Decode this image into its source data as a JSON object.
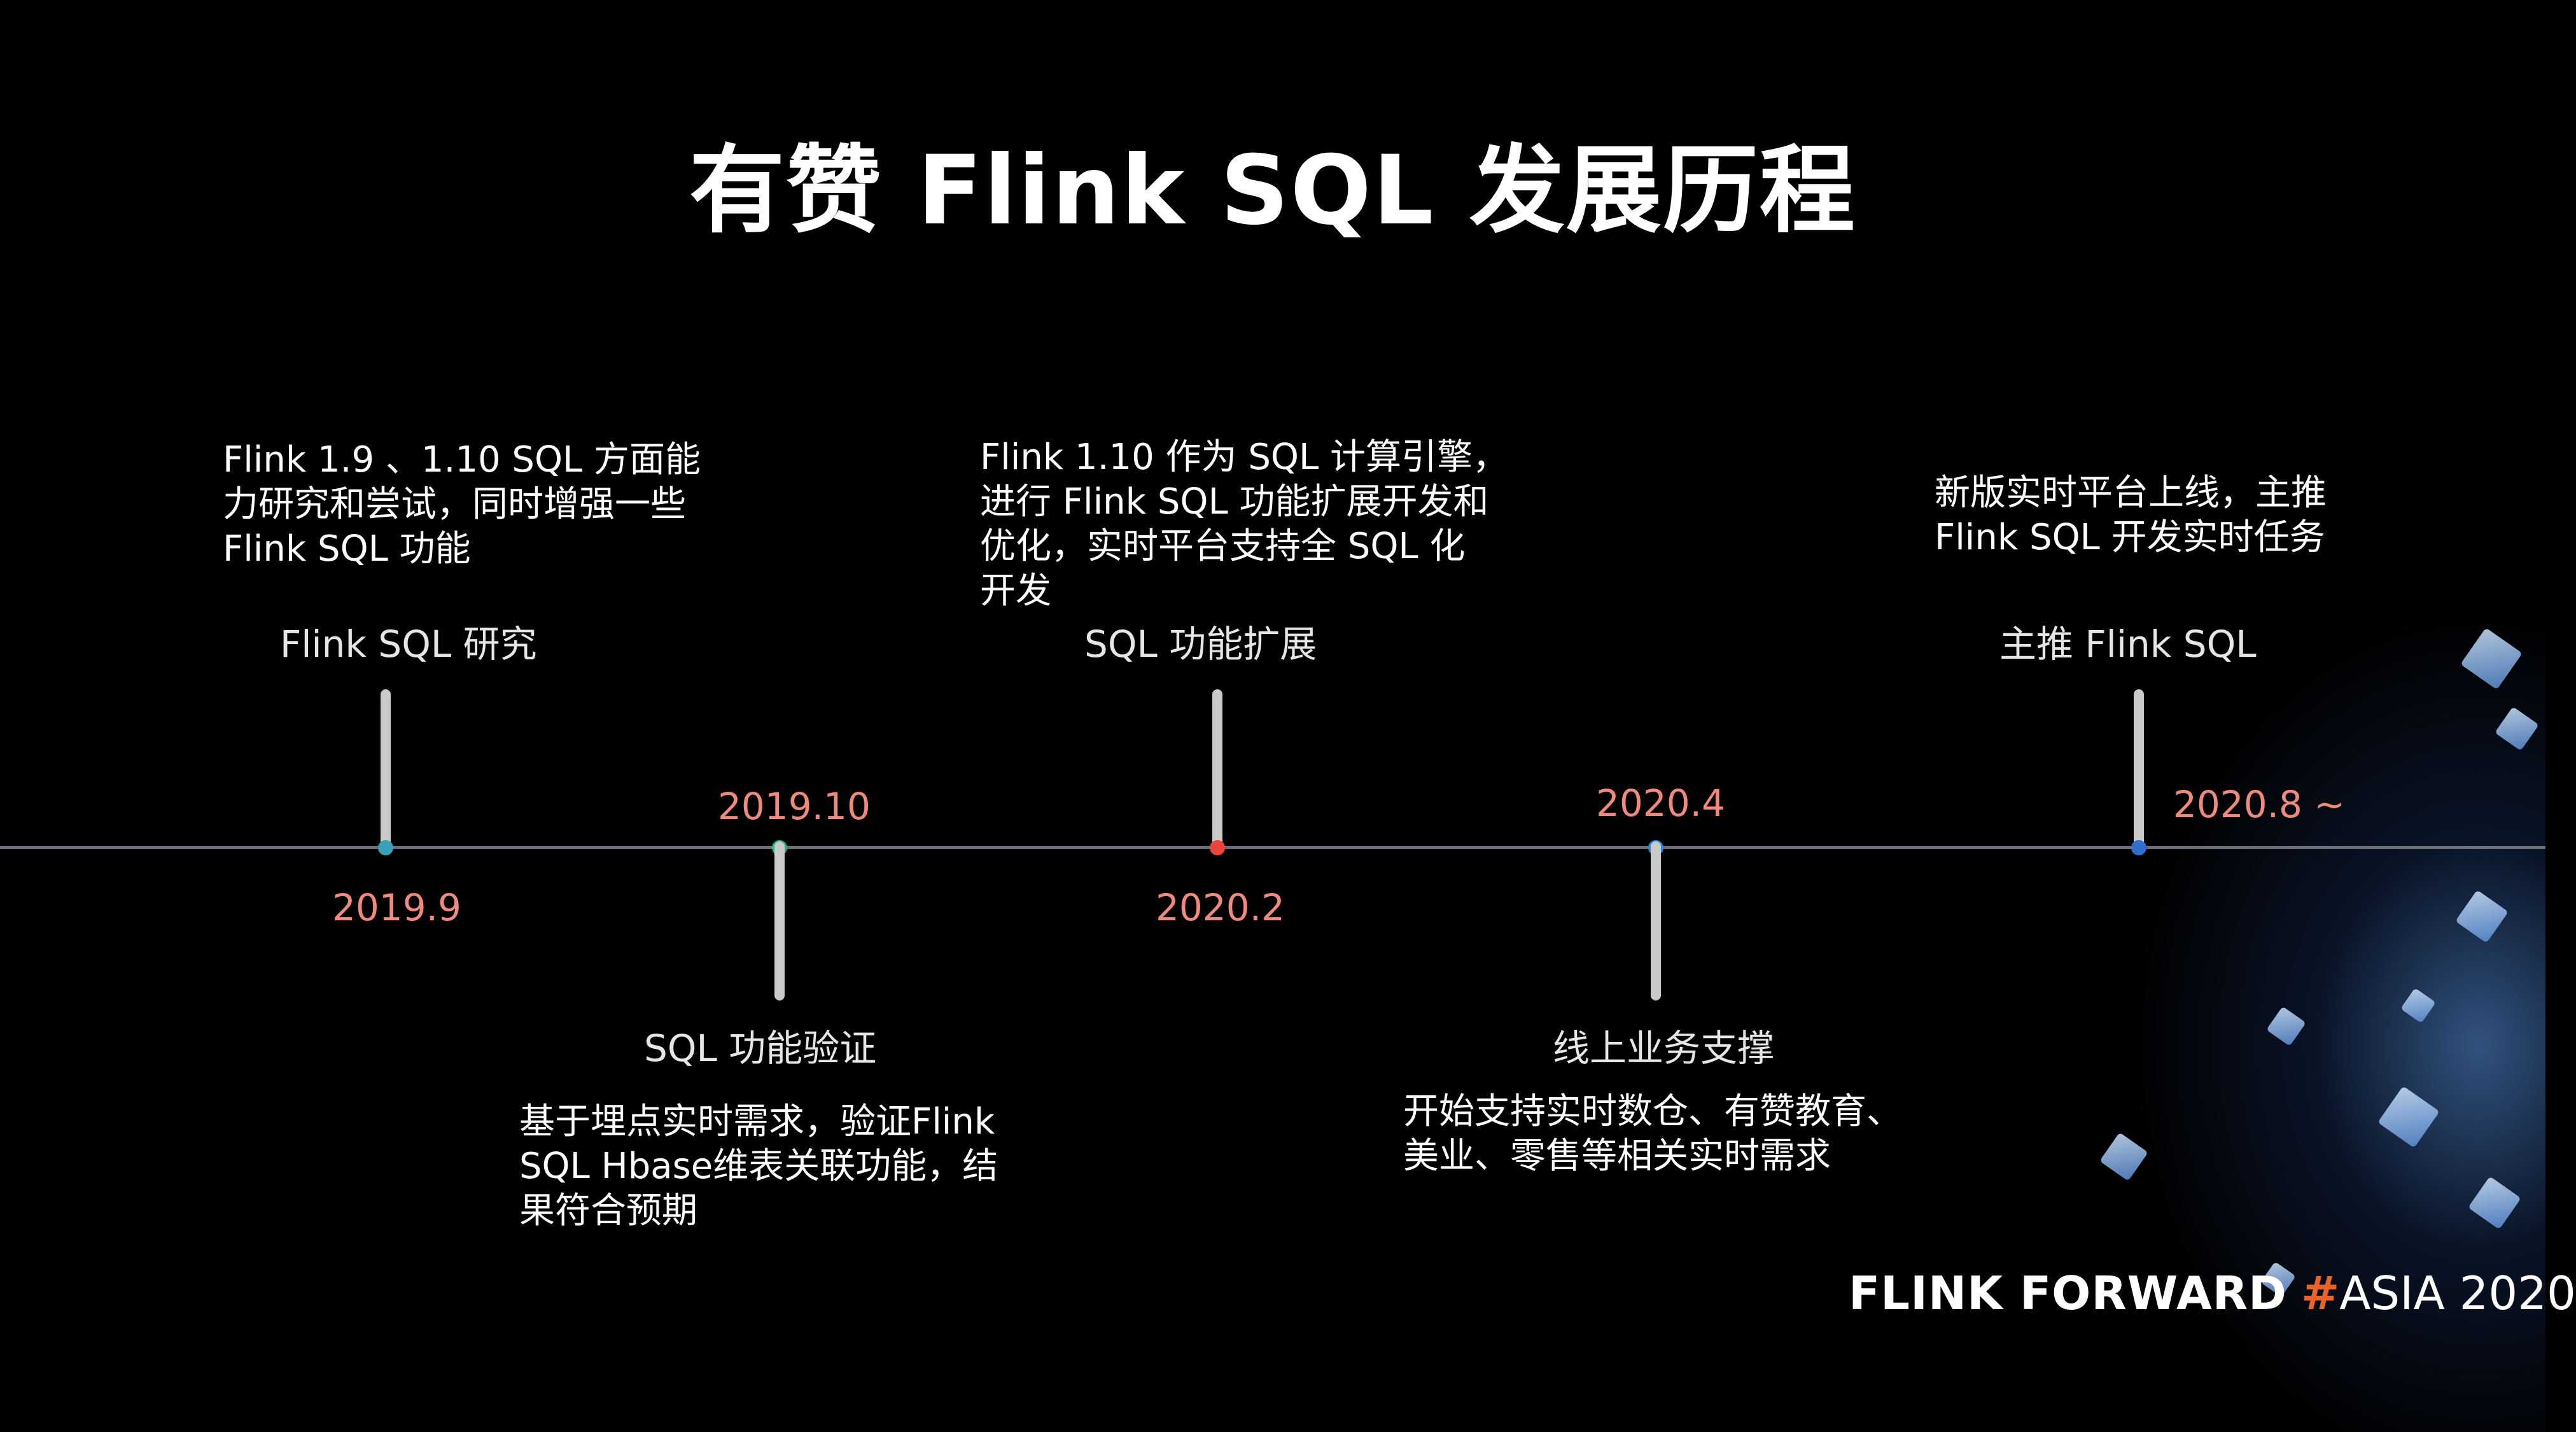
{
  "title": "有赞 Flink SQL 发展历程",
  "colors": {
    "background": "#000000",
    "date": "#f08a7c",
    "axis": "#6b6f78",
    "brand_hash": "#e8632a"
  },
  "milestones": [
    {
      "date": "2019.9",
      "label": "Flink SQL 研究",
      "description": "Flink 1.9 、1.10 SQL 方面能\n力研究和尝试，同时增强一些\nFlink SQL 功能",
      "dot_color": "#3a9fb8"
    },
    {
      "date": "2019.10",
      "label": "SQL 功能验证",
      "description": "基于埋点实时需求，验证Flink\nSQL Hbase维表关联功能，结\n果符合预期",
      "dot_color": "#1fb37a"
    },
    {
      "date": "2020.2",
      "label": "SQL 功能扩展",
      "description": "Flink 1.10 作为 SQL 计算引擎，\n进行 Flink SQL 功能扩展开发和\n优化，实时平台支持全 SQL 化\n开发",
      "dot_color": "#e8463a"
    },
    {
      "date": "2020.4",
      "label": "线上业务支撑",
      "description": "开始支持实时数仓、有赞教育、\n美业、零售等相关实时需求",
      "dot_color": "#2f86e0"
    },
    {
      "date": "2020.8 ~",
      "label": "主推 Flink SQL",
      "description": "新版实时平台上线，主推\nFlink SQL 开发实时任务",
      "dot_color": "#2f6fd0"
    }
  ],
  "brand": {
    "part1": "FLINK FORWARD",
    "hash": "#",
    "part2": "ASIA 2020"
  }
}
